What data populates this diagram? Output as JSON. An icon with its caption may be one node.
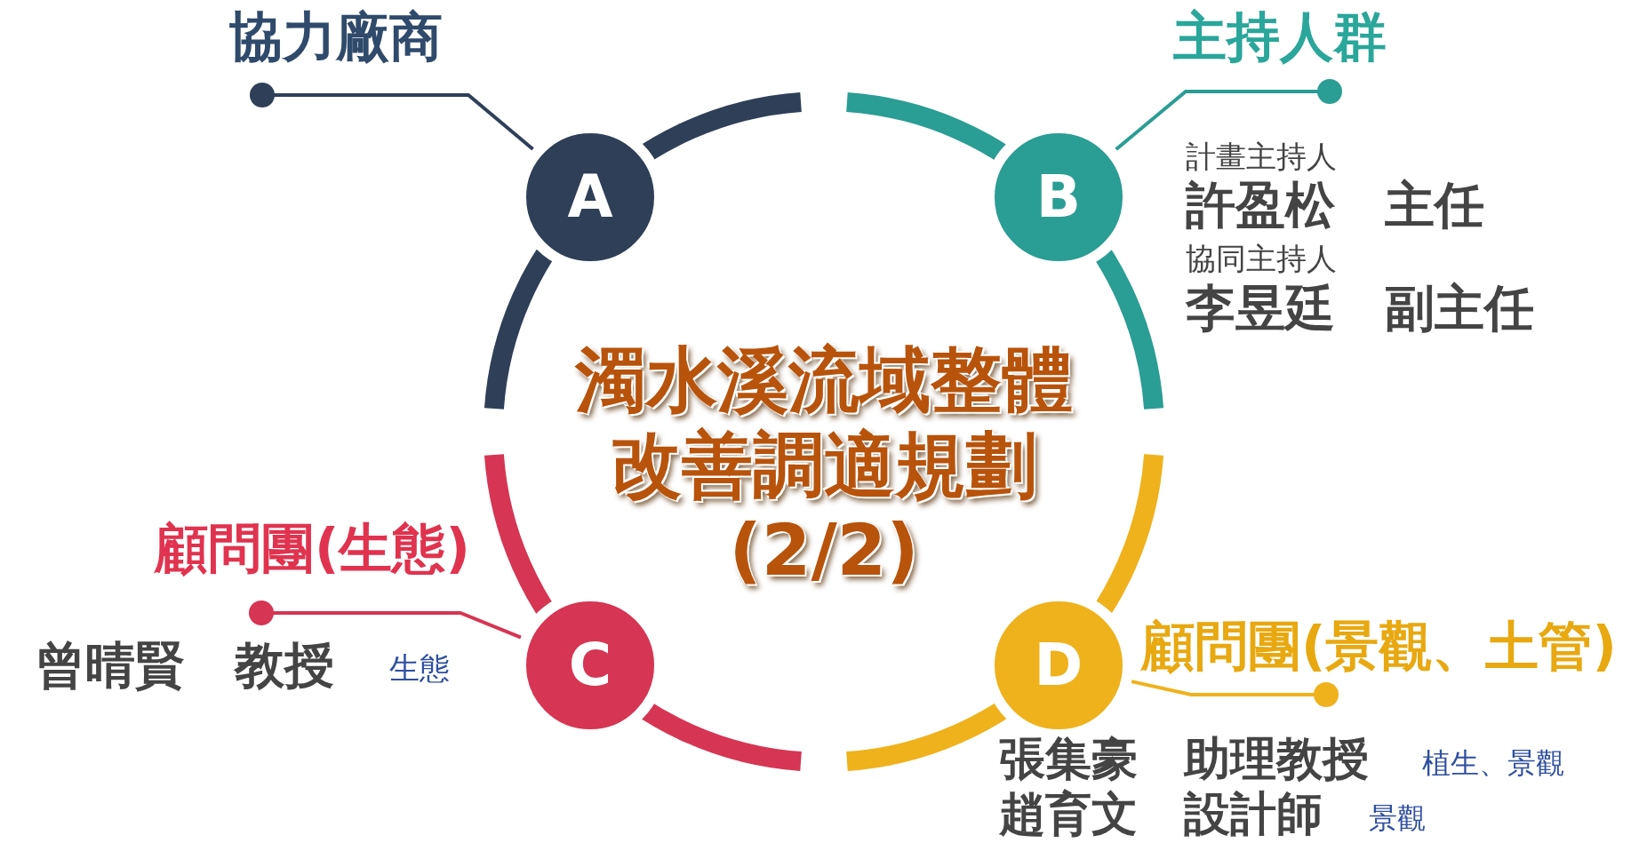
{
  "diagram": {
    "nodes": [
      {
        "text": [
          "濁水溪流域整體改善調適規劃(2/2)"
        ]
      },
      {
        "text": [
          "A"
        ]
      },
      {
        "text": [
          "協力廠商"
        ]
      },
      {
        "text": [
          "B"
        ]
      },
      {
        "text": [
          "主持人群"
        ]
      },
      {
        "text": [
          "C"
        ]
      },
      {
        "text": [
          "顧問團(生態)"
        ]
      },
      {
        "text": [
          "D"
        ]
      },
      {
        "text": [
          "顧問團(景觀、土管)"
        ]
      }
    ],
    "edges": [
      {
        "from": 2,
        "to": 1,
        "arrow": "other",
        "color": "#2f3f58"
      },
      {
        "from": 4,
        "to": 3,
        "arrow": "other",
        "color": "#2a9d94"
      },
      {
        "from": 6,
        "to": 5,
        "arrow": "other",
        "color": "#d63553"
      },
      {
        "from": 8,
        "to": 7,
        "arrow": "other",
        "color": "#efb21c"
      }
    ],
    "labels": [
      "計畫主持人",
      "許盈松　主任",
      "協同主持人",
      "李昱廷　副主任",
      "曾晴賢　教授",
      "生態",
      "張集豪　助理教授",
      "植生、景觀",
      "趙育文　設計師",
      "景觀"
    ]
  }
}
